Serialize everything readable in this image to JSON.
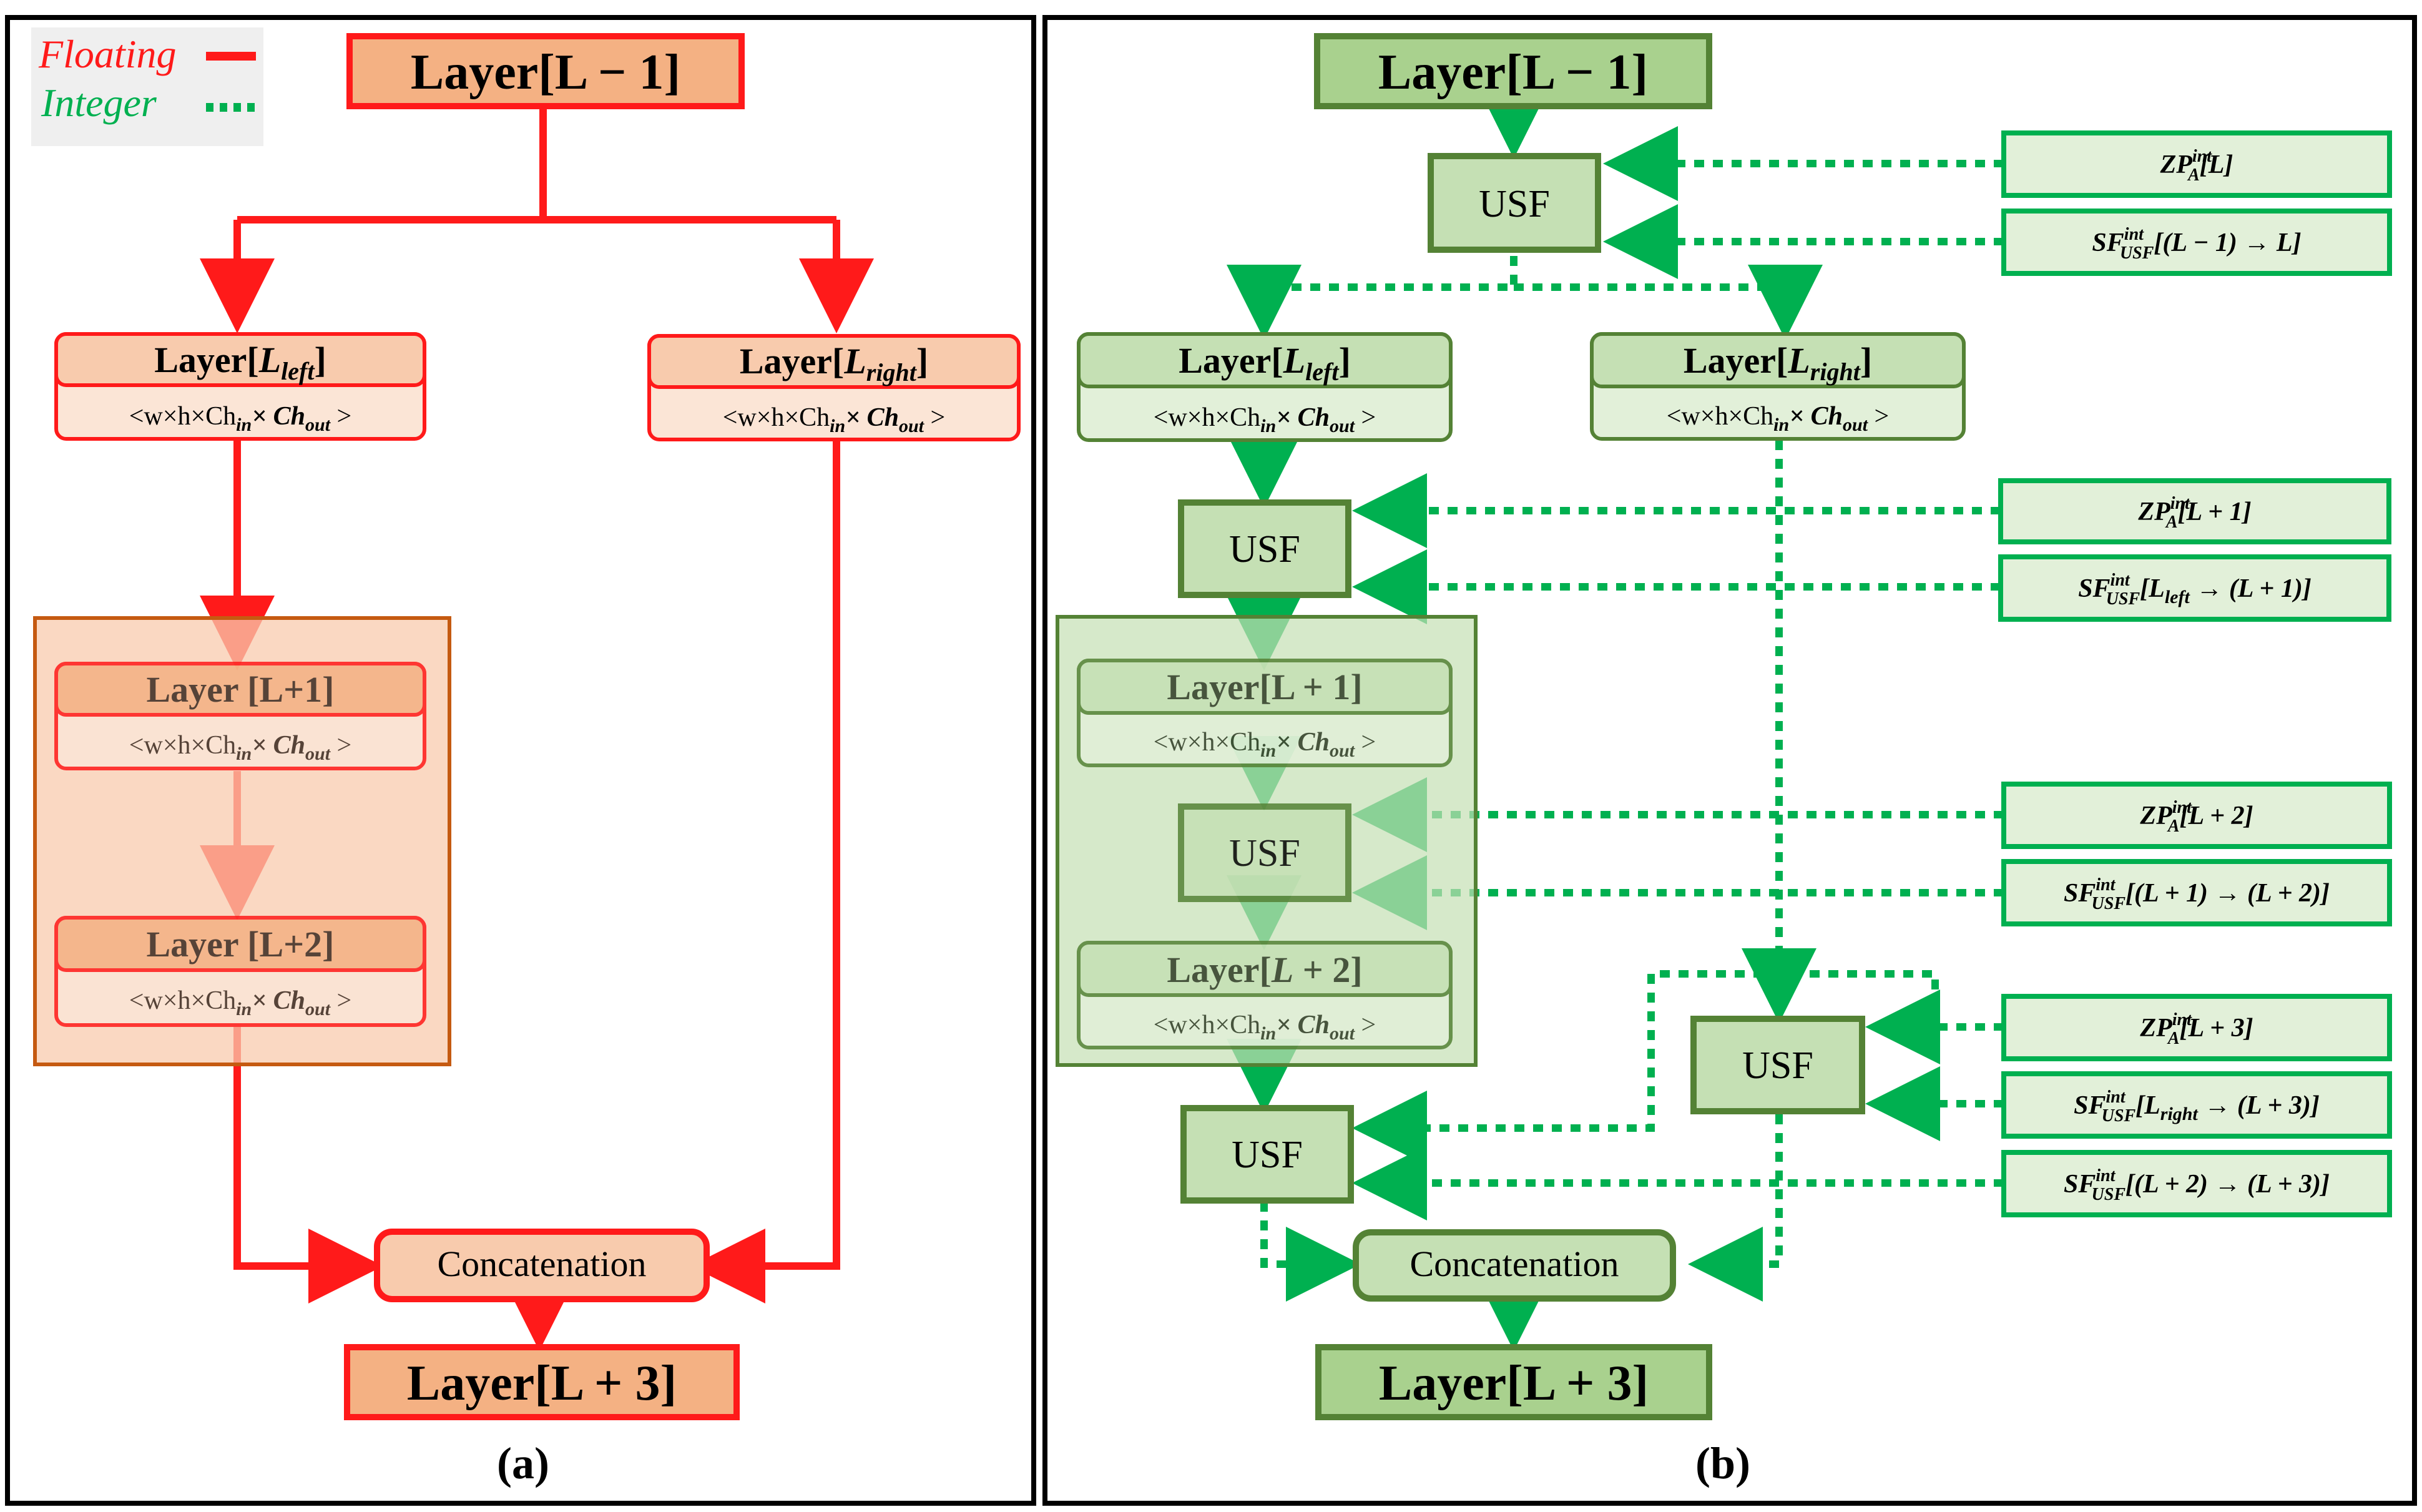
{
  "legend": {
    "floating": "Floating",
    "integer": "Integer"
  },
  "colors": {
    "red": "#ff1a1a",
    "red_fill_strong": "#f4b183",
    "red_fill_light": "#fbe5d6",
    "red_group_border": "#c55a11",
    "red_group_fill": "#f8cbad",
    "green_line": "#00b050",
    "green_border": "#548235",
    "green_fill": "#c5e0b4",
    "green_fill_light": "#e2f0d9"
  },
  "panel_a": {
    "caption": "(a)",
    "top": "Layer[L − 1]",
    "left": {
      "title": "Layer[",
      "var": "L",
      "sub": "left",
      "close": "]",
      "dims": "<w×h×Ch",
      "in": "in",
      "x": "× Ch",
      "out": "out",
      "end": " >"
    },
    "right": {
      "title": "Layer[",
      "var": "L",
      "sub": "right",
      "close": "]",
      "dims": "<w×h×Ch",
      "in": "in",
      "x": "× Ch",
      "out": "out",
      "end": " >"
    },
    "l1": {
      "title": "Layer [L+1]",
      "dims": "<w×h×Ch",
      "in": "in",
      "x": "× Ch",
      "out": "out",
      "end": " >"
    },
    "l2": {
      "title": "Layer [L+2]",
      "dims": "<w×h×Ch",
      "in": "in",
      "x": "× Ch",
      "out": "out",
      "end": " >"
    },
    "concat": "Concatenation",
    "bottom": "Layer[L + 3]"
  },
  "panel_b": {
    "caption": "(b)",
    "top": "Layer[L − 1]",
    "usf": "USF",
    "left": {
      "title": "Layer[",
      "var": "L",
      "sub": "left",
      "close": "]",
      "dims": "<w×h×Ch",
      "in": "in",
      "x": "× Ch",
      "out": "out",
      "end": " >"
    },
    "right": {
      "title": "Layer[",
      "var": "L",
      "sub": "right",
      "close": "]",
      "dims": "<w×h×Ch",
      "in": "in",
      "x": "× Ch",
      "out": "out",
      "end": " >"
    },
    "l1": {
      "title": "Layer[L + 1]",
      "dims": "<w×h×Ch",
      "in": "in",
      "x": "× Ch",
      "out": "out",
      "end": " >"
    },
    "l2": {
      "title": "Layer[",
      "var": "L",
      "rest": " + 2]",
      "dims": "<w×h×Ch",
      "in": "in",
      "x": "× Ch",
      "out": "out",
      "end": " >"
    },
    "concat": "Concatenation",
    "bottom": "Layer[L + 3]",
    "params": [
      {
        "base": "ZP",
        "sup": "int",
        "sub": "A",
        "arg": "[L]"
      },
      {
        "base": "SF",
        "sup": "int",
        "sub": "USF",
        "arg": "[(L − 1) → L]"
      },
      {
        "base": "ZP",
        "sup": "int",
        "sub": "A",
        "arg": "[L + 1]"
      },
      {
        "base": "SF",
        "sup": "int",
        "sub": "USF",
        "arg": "[L",
        "argsub": "left",
        "arg2": " → (L + 1)]"
      },
      {
        "base": "ZP",
        "sup": "int",
        "sub": "A",
        "arg": "[L + 2]"
      },
      {
        "base": "SF",
        "sup": "int",
        "sub": "USF",
        "arg": "[(L + 1) → (L + 2)]"
      },
      {
        "base": "ZP",
        "sup": "int",
        "sub": "A",
        "arg": "[L + 3]"
      },
      {
        "base": "SF",
        "sup": "int",
        "sub": "USF",
        "arg": "[L",
        "argsub": "right",
        "arg2": " → (L + 3)]"
      },
      {
        "base": "SF",
        "sup": "int",
        "sub": "USF",
        "arg": "[(L + 2) → (L + 3)]"
      }
    ]
  }
}
